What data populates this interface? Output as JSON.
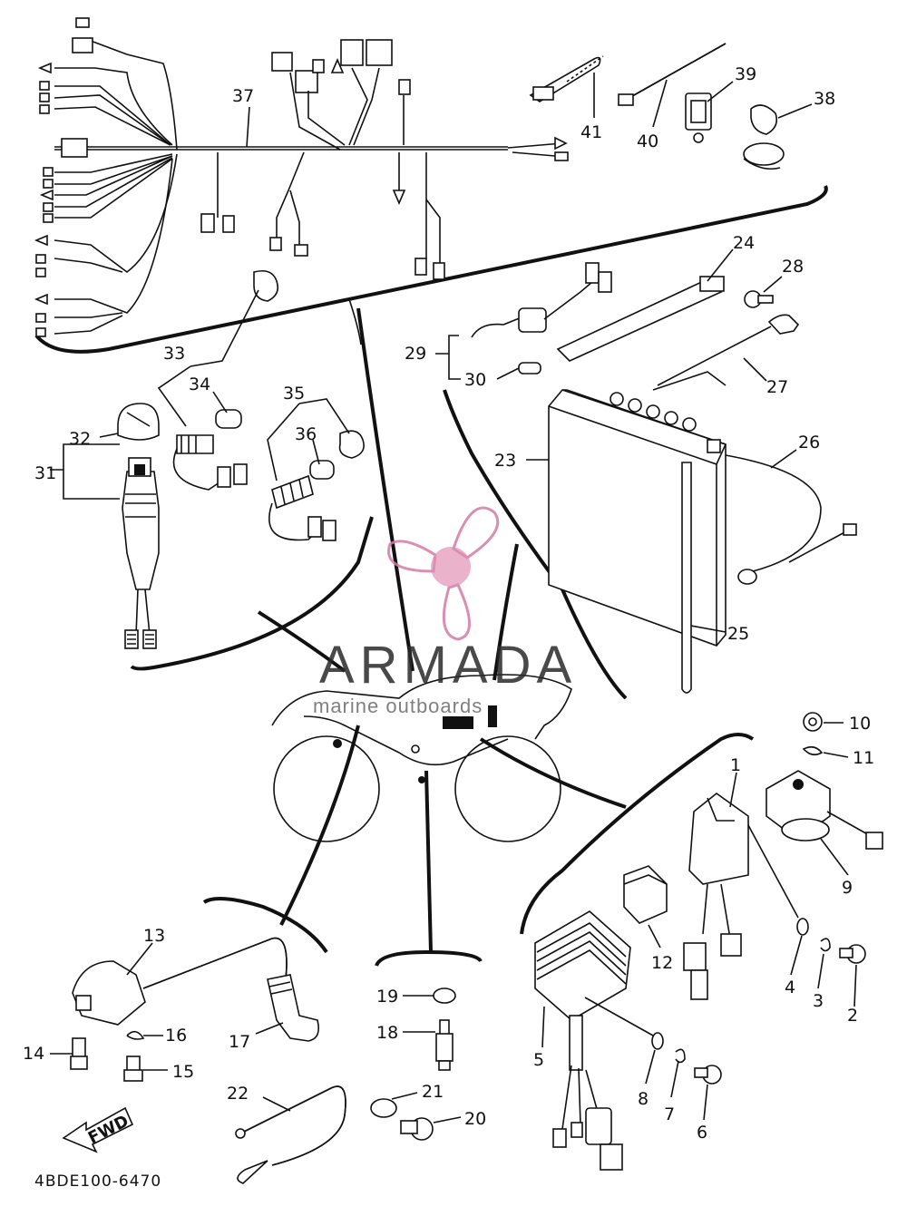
{
  "diagram_code": "4BDE100-6470",
  "fwd_label": "FWD",
  "watermark": {
    "brand": "ARMADA",
    "tagline": "marine outboards"
  },
  "part_numbers": [
    "1",
    "2",
    "3",
    "4",
    "5",
    "6",
    "7",
    "8",
    "9",
    "10",
    "11",
    "12",
    "13",
    "14",
    "15",
    "16",
    "17",
    "18",
    "19",
    "20",
    "21",
    "22",
    "23",
    "24",
    "25",
    "26",
    "27",
    "28",
    "29",
    "30",
    "31",
    "32",
    "33",
    "34",
    "35",
    "36",
    "37",
    "38",
    "39",
    "40",
    "41"
  ],
  "colors": {
    "line": "#111111",
    "background": "#ffffff",
    "watermark_pink": "#e8a5c3",
    "watermark_pink_dark": "#d77aa5"
  }
}
